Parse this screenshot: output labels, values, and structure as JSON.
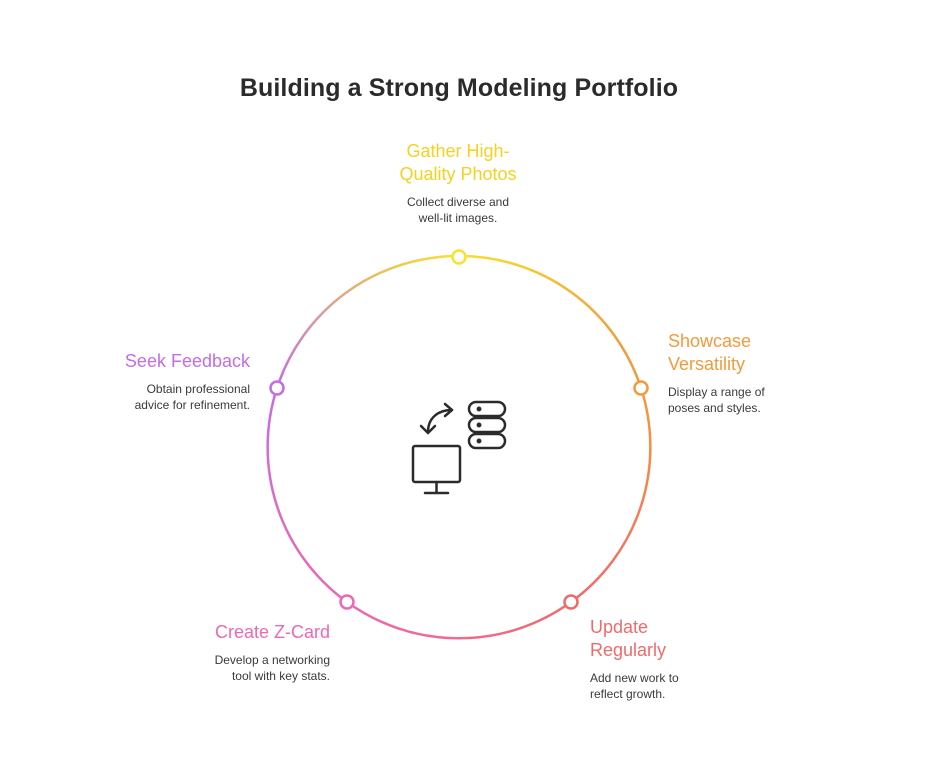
{
  "title": "Building a Strong Modeling Portfolio",
  "center_icon": "computer-sync-database-icon",
  "colors": {
    "gather": "#f6e22f",
    "showcase": "#f59a3b",
    "update": "#ef6b6b",
    "zcard": "#ec68b4",
    "feedback": "#c56ce6",
    "icon": "#2b2b2b"
  },
  "nodes": {
    "gather": {
      "heading_line1": "Gather High-",
      "heading_line2": "Quality Photos",
      "desc_line1": "Collect diverse and",
      "desc_line2": "well-lit images."
    },
    "showcase": {
      "heading_line1": "Showcase",
      "heading_line2": "Versatility",
      "desc_line1": "Display a range of",
      "desc_line2": "poses and styles."
    },
    "update": {
      "heading_line1": "Update",
      "heading_line2": "Regularly",
      "desc_line1": "Add new work to",
      "desc_line2": "reflect growth."
    },
    "zcard": {
      "heading": "Create Z-Card",
      "desc_line1": "Develop a networking",
      "desc_line2": "tool with key stats."
    },
    "feedback": {
      "heading": "Seek Feedback",
      "desc_line1": "Obtain professional",
      "desc_line2": "advice for refinement."
    }
  }
}
